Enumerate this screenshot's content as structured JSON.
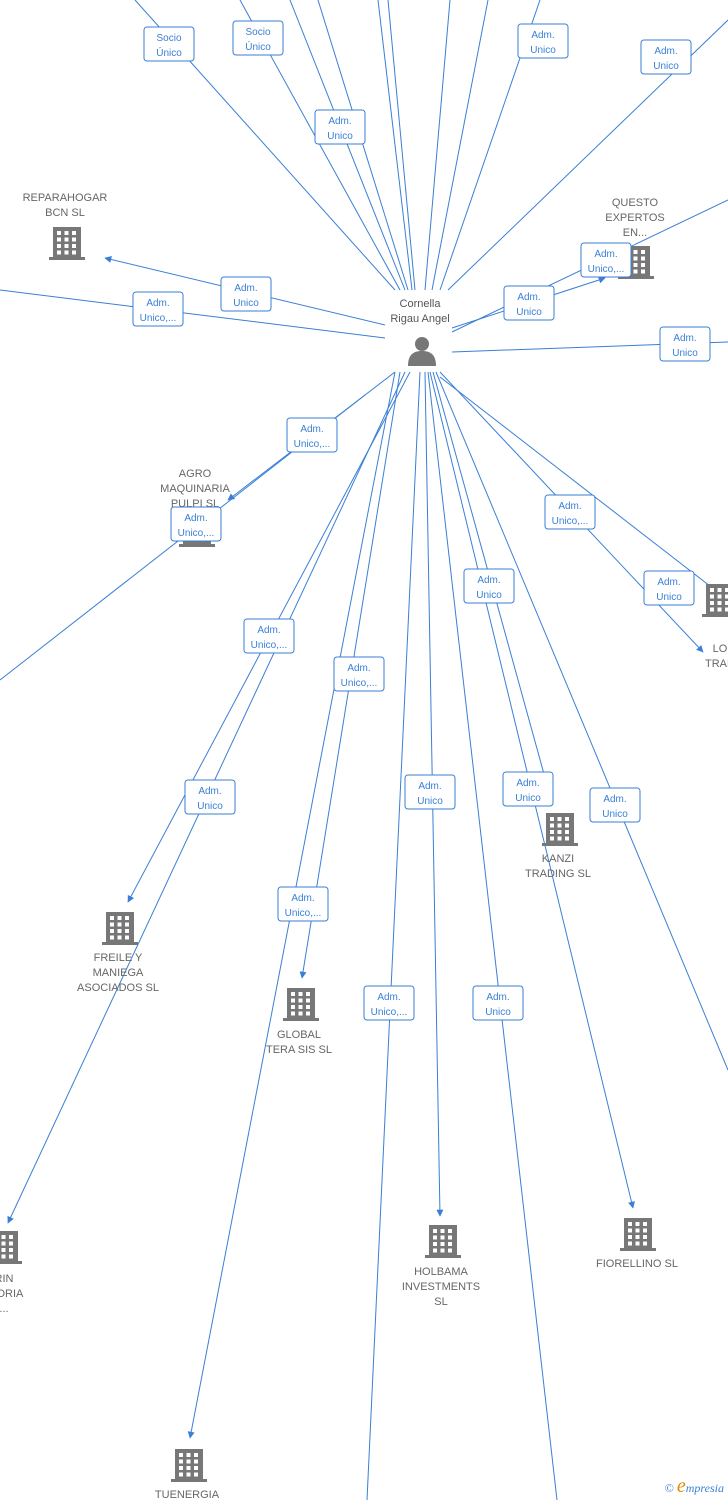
{
  "center": {
    "name_lines": [
      "Cornella",
      "Rigau Angel"
    ]
  },
  "companies": [
    {
      "id": "reparahogar",
      "lines": [
        "REPARAHOGAR",
        "BCN  SL"
      ]
    },
    {
      "id": "questo",
      "lines": [
        "QUESTO",
        "EXPERTOS",
        "EN..."
      ]
    },
    {
      "id": "agro",
      "lines": [
        "AGRO",
        "MAQUINARIA",
        "PULPI SL"
      ]
    },
    {
      "id": "lo",
      "lines": [
        "LO",
        "",
        "TRAN"
      ]
    },
    {
      "id": "kanzi",
      "lines": [
        "KANZI",
        "TRADING  SL"
      ]
    },
    {
      "id": "freile",
      "lines": [
        "FREILE Y",
        "MANIEGA",
        "ASOCIADOS  SL"
      ]
    },
    {
      "id": "global",
      "lines": [
        "GLOBAL",
        "TERA SIS  SL"
      ]
    },
    {
      "id": "rin",
      "lines": [
        "RIN",
        "LTORIA",
        "..."
      ]
    },
    {
      "id": "holbama",
      "lines": [
        "HOLBAMA",
        "INVESTMENTS",
        "SL"
      ]
    },
    {
      "id": "fiorellino",
      "lines": [
        "FIORELLINO  SL"
      ]
    },
    {
      "id": "tuenergia",
      "lines": [
        "TUENERGIA"
      ]
    }
  ],
  "badges": [
    {
      "id": "b1",
      "lines": [
        "Socio",
        "Único"
      ]
    },
    {
      "id": "b2",
      "lines": [
        "Socio",
        "Único"
      ]
    },
    {
      "id": "b3",
      "lines": [
        "Adm.",
        "Unico"
      ]
    },
    {
      "id": "b4",
      "lines": [
        "Adm.",
        "Unico"
      ]
    },
    {
      "id": "b5",
      "lines": [
        "Adm.",
        "Unico"
      ]
    },
    {
      "id": "b6",
      "lines": [
        "Adm.",
        "Unico"
      ]
    },
    {
      "id": "b7",
      "lines": [
        "Adm.",
        "Unico,..."
      ]
    },
    {
      "id": "b8",
      "lines": [
        "Adm.",
        "Unico,..."
      ]
    },
    {
      "id": "b9",
      "lines": [
        "Adm.",
        "Unico"
      ]
    },
    {
      "id": "b10",
      "lines": [
        "Adm.",
        "Unico"
      ]
    },
    {
      "id": "b11",
      "lines": [
        "Adm.",
        "Unico,..."
      ]
    },
    {
      "id": "b12",
      "lines": [
        "Adm.",
        "Unico,..."
      ]
    },
    {
      "id": "b13",
      "lines": [
        "Adm.",
        "Unico,..."
      ]
    },
    {
      "id": "b14",
      "lines": [
        "Adm.",
        "Unico"
      ]
    },
    {
      "id": "b15",
      "lines": [
        "Adm.",
        "Unico"
      ]
    },
    {
      "id": "b16",
      "lines": [
        "Adm.",
        "Unico,..."
      ]
    },
    {
      "id": "b17",
      "lines": [
        "Adm.",
        "Unico,..."
      ]
    },
    {
      "id": "b18",
      "lines": [
        "Adm.",
        "Unico"
      ]
    },
    {
      "id": "b19",
      "lines": [
        "Adm.",
        "Unico"
      ]
    },
    {
      "id": "b20",
      "lines": [
        "Adm.",
        "Unico"
      ]
    },
    {
      "id": "b21",
      "lines": [
        "Adm.",
        "Unico"
      ]
    },
    {
      "id": "b22",
      "lines": [
        "Adm.",
        "Unico,..."
      ]
    },
    {
      "id": "b23",
      "lines": [
        "Adm.",
        "Unico,..."
      ]
    },
    {
      "id": "b24",
      "lines": [
        "Adm.",
        "Unico"
      ]
    }
  ],
  "footer": {
    "copyright": "©",
    "brand_initial": "e",
    "brand_rest": "mpresia"
  },
  "colors": {
    "edge": "#3a7fd5",
    "node": "#777777",
    "text": "#666666"
  }
}
